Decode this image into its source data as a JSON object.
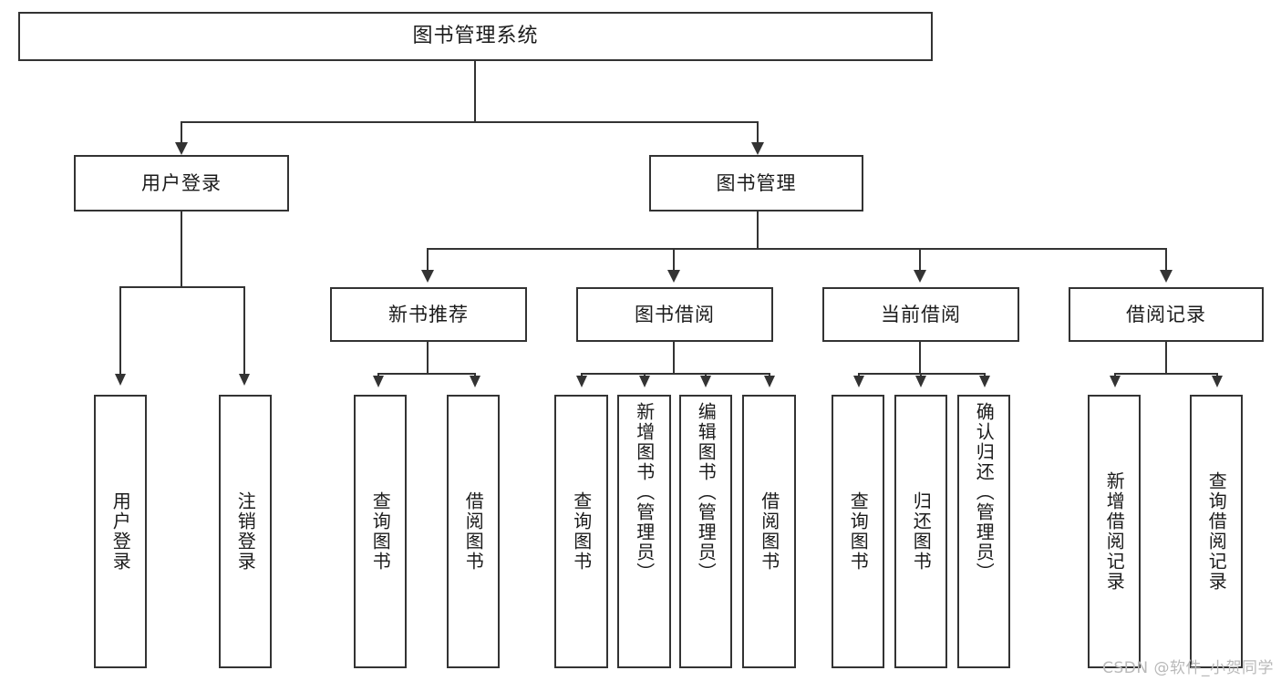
{
  "diagram": {
    "title": "图书管理系统",
    "type": "tree",
    "root": {
      "label": "图书管理系统"
    },
    "level2": [
      {
        "label": "用户登录"
      },
      {
        "label": "图书管理"
      }
    ],
    "level3": [
      {
        "label": "新书推荐"
      },
      {
        "label": "图书借阅"
      },
      {
        "label": "当前借阅"
      },
      {
        "label": "借阅记录"
      }
    ],
    "leaves": {
      "user_login": [
        {
          "label": "用户登录"
        },
        {
          "label": "注销登录"
        }
      ],
      "new_book_recommend": [
        {
          "label": "查询图书"
        },
        {
          "label": "借阅图书"
        }
      ],
      "book_borrow": [
        {
          "label": "查询图书"
        },
        {
          "label": "新增图书（管理员）"
        },
        {
          "label": "编辑图书（管理员）"
        },
        {
          "label": "借阅图书"
        }
      ],
      "current_borrow": [
        {
          "label": "查询图书"
        },
        {
          "label": "归还图书"
        },
        {
          "label": "确认归还（管理员）"
        }
      ],
      "borrow_record": [
        {
          "label": "新增借阅记录"
        },
        {
          "label": "查询借阅记录"
        }
      ]
    }
  },
  "watermark": {
    "text": "CSDN @软件_小贺同学"
  },
  "colors": {
    "stroke": "#333333",
    "fill": "#ffffff",
    "watermark": "#b9b9b9"
  }
}
